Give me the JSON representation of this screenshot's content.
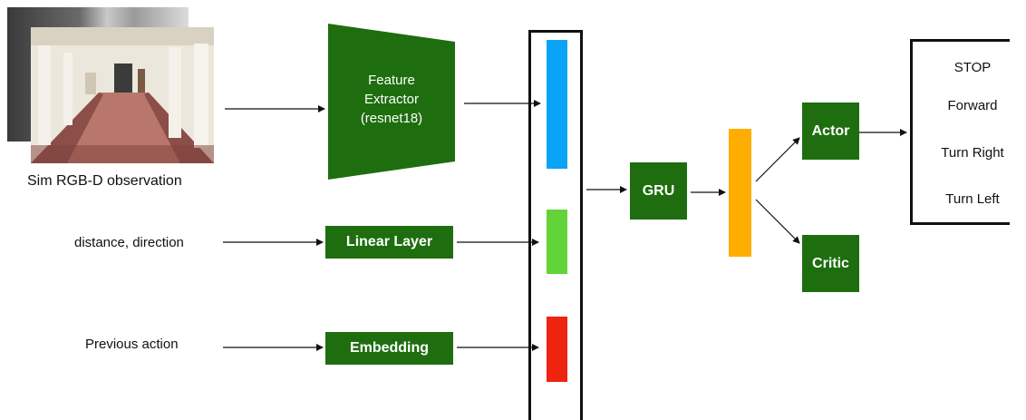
{
  "inputs": {
    "image_caption": "Sim RGB-D observation",
    "distance_label": "distance, direction",
    "prev_action_label": "Previous action"
  },
  "modules": {
    "feature_extractor_line1": "Feature",
    "feature_extractor_line2": "Extractor",
    "feature_extractor_line3": "(resnet18)",
    "linear_layer": "Linear Layer",
    "embedding": "Embedding",
    "gru": "GRU",
    "actor": "Actor",
    "critic": "Critic"
  },
  "actions": [
    "STOP",
    "Forward",
    "Turn Right",
    "Turn Left"
  ],
  "colors": {
    "module_green": "#1e6e0f",
    "vec_blue": "#0aa3f5",
    "vec_green": "#62d43a",
    "vec_red": "#ef2410",
    "vec_orange": "#ffad00"
  }
}
